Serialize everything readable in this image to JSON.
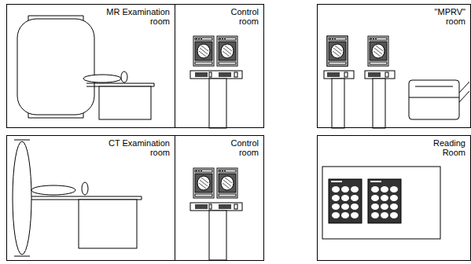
{
  "diagram": {
    "nodes": [
      {
        "text": [
          "MR Examination room"
        ]
      },
      {
        "text": [
          "Control room"
        ]
      },
      {
        "text": [
          "\"MPRV\" room"
        ]
      },
      {
        "text": [
          "CT Examination room"
        ]
      },
      {
        "text": [
          "Control room"
        ]
      },
      {
        "text": [
          "Reading Room"
        ]
      }
    ]
  }
}
